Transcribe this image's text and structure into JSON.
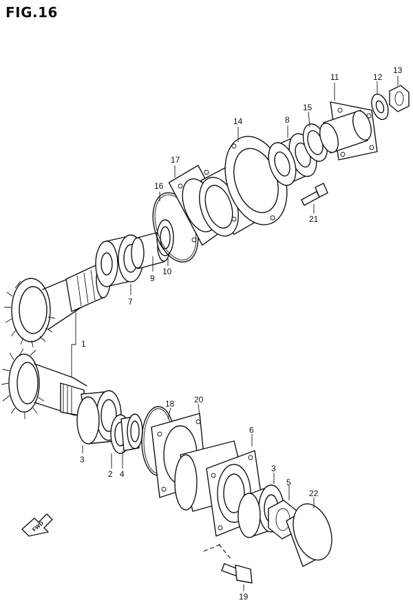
{
  "figure_title": "FIG.16",
  "fwd_label": "FWD",
  "callouts": {
    "c1": "1",
    "c2": "2",
    "c3a": "3",
    "c3b": "3",
    "c4": "4",
    "c5": "5",
    "c6": "6",
    "c7": "7",
    "c8": "8",
    "c9": "9",
    "c10": "10",
    "c11": "11",
    "c12": "12",
    "c13": "13",
    "c14": "14",
    "c15": "15",
    "c16": "16",
    "c17": "17",
    "c18": "18",
    "c19": "19",
    "c20": "20",
    "c21": "21",
    "c22": "22"
  }
}
